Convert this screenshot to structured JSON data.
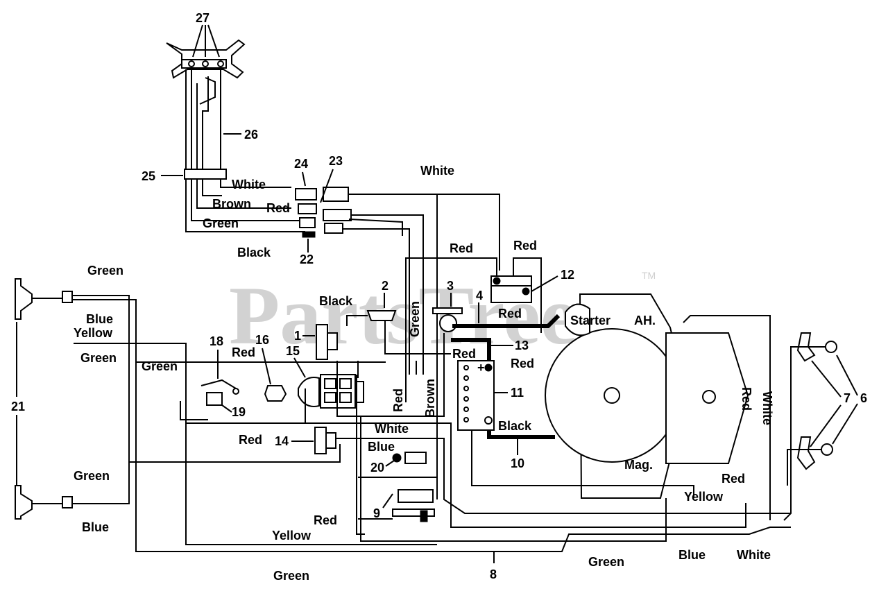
{
  "watermark": {
    "text": "PartsTree",
    "mark": "TM"
  },
  "wire_labels": {
    "white_top": "White",
    "white_harness": "White",
    "brown_harness": "Brown",
    "red_harness": "Red",
    "green_harness": "Green",
    "black_harness": "Black",
    "red_relay": "Red",
    "red_relay2": "Red",
    "black_mid": "Black",
    "green_vert": "Green",
    "red_mid": "Red",
    "red_13": "Red",
    "red_18": "Red",
    "red_vert": "Red",
    "brown_vert": "Brown",
    "white_mid": "White",
    "blue_mid": "Blue",
    "black_10": "Black",
    "red_14": "Red",
    "red_9": "Red",
    "yellow_9": "Yellow",
    "green_top_left": "Green",
    "blue_left_top": "Blue",
    "yellow_left": "Yellow",
    "green_left": "Green",
    "green_mid_left": "Green",
    "green_low_left": "Green",
    "blue_low_left": "Blue",
    "green_bottom": "Green",
    "green_bottom_right": "Green",
    "blue_bottom_right": "Blue",
    "white_bottom_right": "White",
    "red_right": "Red",
    "white_right": "White",
    "red_right_low": "Red",
    "yellow_engine": "Yellow"
  },
  "engine_labels": {
    "starter": "Starter",
    "ah": "AH.",
    "mag": "Mag."
  },
  "callouts": {
    "n1": "1",
    "n2": "2",
    "n3": "3",
    "n4": "4",
    "n6": "6",
    "n7": "7",
    "n8": "8",
    "n9": "9",
    "n10": "10",
    "n11": "11",
    "n12": "12",
    "n13": "13",
    "n14": "14",
    "n15": "15",
    "n16": "16",
    "n18": "18",
    "n19": "19",
    "n20": "20",
    "n21": "21",
    "n22": "22",
    "n23": "23",
    "n24": "24",
    "n25": "25",
    "n26": "26",
    "n27": "27"
  },
  "battery_terminal": "+"
}
